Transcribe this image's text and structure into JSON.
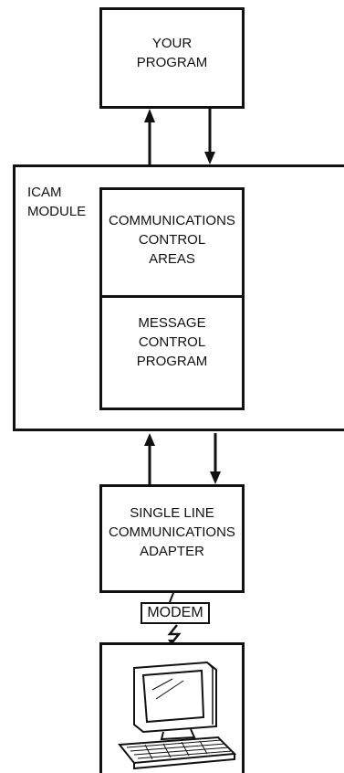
{
  "your_program": {
    "label": "YOUR\nPROGRAM"
  },
  "icam_module": {
    "label": "ICAM\nMODULE"
  },
  "comm_control_areas": {
    "label": "COMMUNICATIONS\nCONTROL\nAREAS"
  },
  "message_control_program": {
    "label": "MESSAGE\nCONTROL\nPROGRAM"
  },
  "slca": {
    "label": "SINGLE LINE\nCOMMUNICATIONS\nADAPTER"
  },
  "modem": {
    "label": "MODEM"
  },
  "terminal": {
    "icon": "computer-terminal-icon"
  }
}
